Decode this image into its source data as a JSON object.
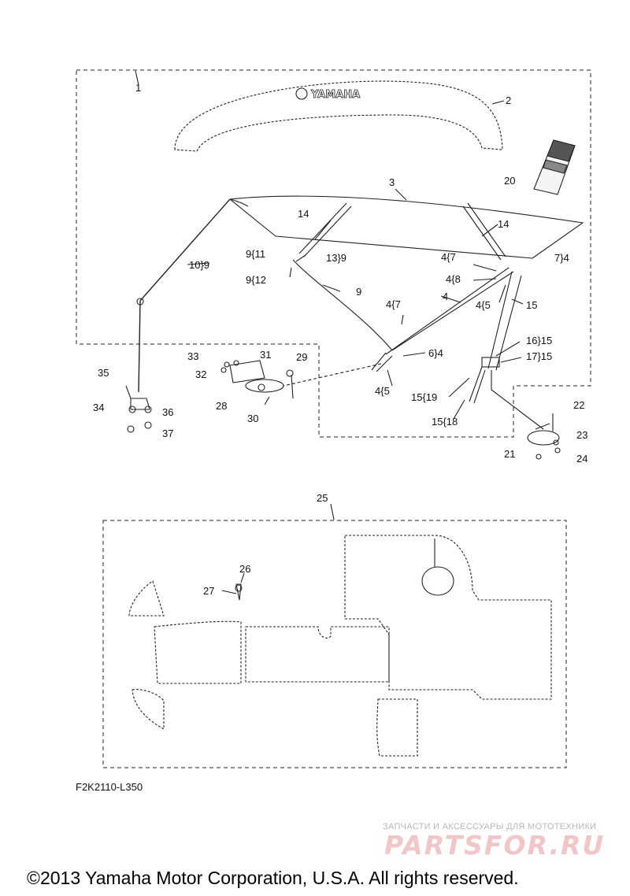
{
  "diagram": {
    "brand_text": "YAMAHA",
    "callouts": {
      "c1": "1",
      "c2": "2",
      "c3": "3",
      "c14a": "14",
      "c14b": "14",
      "c20": "20",
      "c10_9": "10}9",
      "c9_11": "9{11",
      "c13_9": "13}9",
      "c9_12": "9{12",
      "c9": "9",
      "c4_7a": "4{7",
      "c7_4": "7}4",
      "c4_8": "4{8",
      "c4_5a": "4{5",
      "c15": "15",
      "c4": "4",
      "c4_7b": "4{7",
      "c6_4": "6}4",
      "c4_5b": "4{5",
      "c16_15": "16}15",
      "c17_15": "17}15",
      "c15_19": "15{19",
      "c15_18": "15{18",
      "c33": "33",
      "c31": "31",
      "c32": "32",
      "c29": "29",
      "c28": "28",
      "c30": "30",
      "c35": "35",
      "c34": "34",
      "c36": "36",
      "c37": "37",
      "c22": "22",
      "c23": "23",
      "c21": "21",
      "c24": "24",
      "c25": "25",
      "c26": "26",
      "c27": "27"
    },
    "figure_code": "F2K2110-L350"
  },
  "watermark": {
    "tagline": "ЗАПЧАСТИ И АКСЕССУАРЫ ДЛЯ МОТОТЕХНИКИ",
    "logo": "PARTSFOR.RU"
  },
  "footer": {
    "copyright": "©2013 Yamaha Motor Corporation, U.S.A. All rights reserved."
  }
}
